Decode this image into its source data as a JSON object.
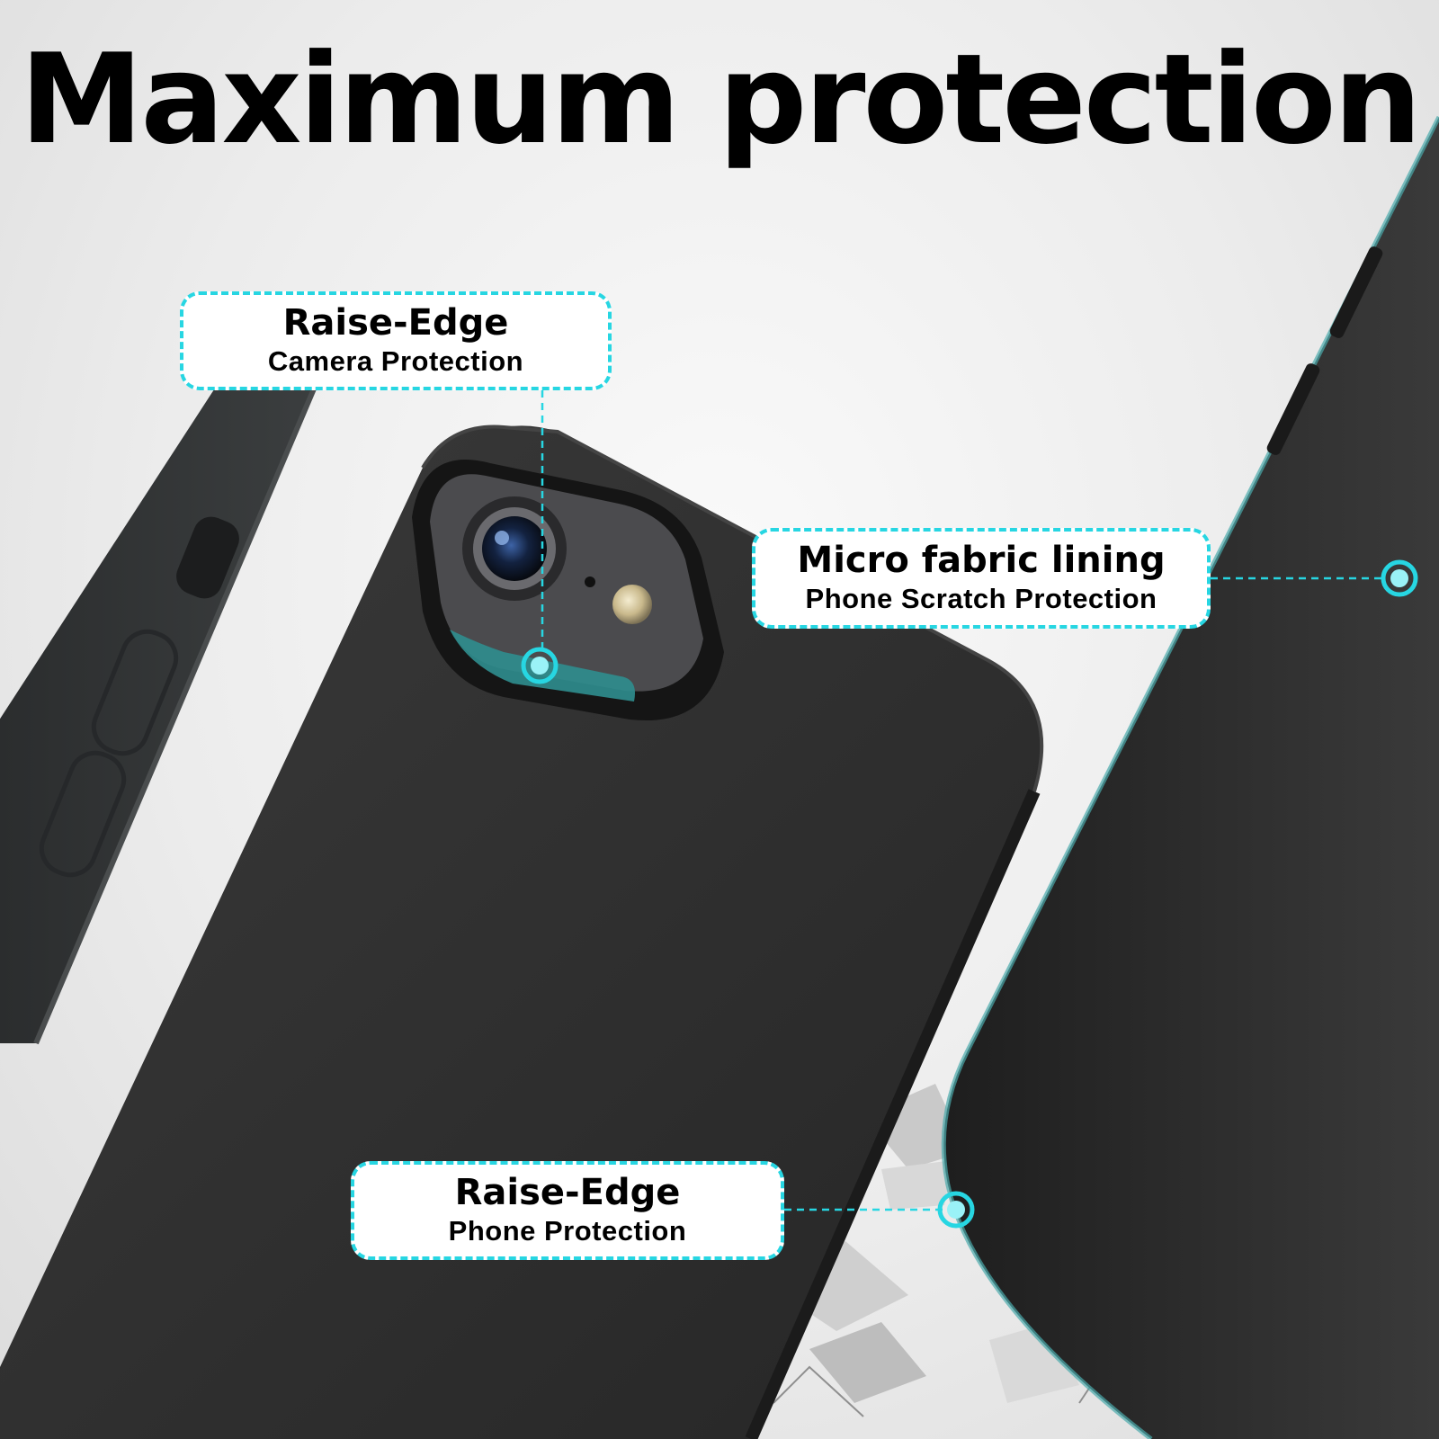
{
  "headline": "Maximum protection",
  "callouts": {
    "camera": {
      "title": "Raise-Edge",
      "subtitle": "Camera Protection"
    },
    "fabric": {
      "title": "Micro fabric lining",
      "subtitle": "Phone Scratch Protection"
    },
    "edge": {
      "title": "Raise-Edge",
      "subtitle": "Phone Protection"
    }
  },
  "colors": {
    "accent": "#27d6e2",
    "case": "#2c2c2c",
    "background": "#efefef",
    "text": "#000000"
  }
}
